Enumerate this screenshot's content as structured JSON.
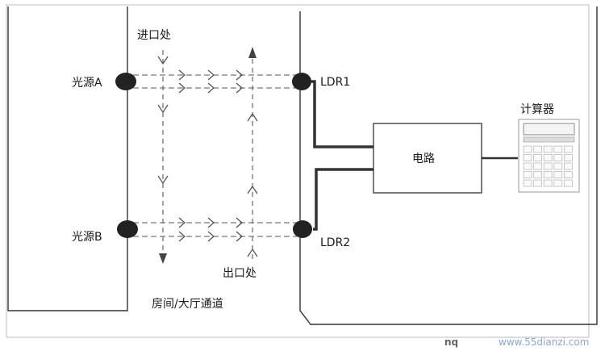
{
  "labels": {
    "entrance": "进口处",
    "exit": "出口处",
    "light_a": "光源A",
    "light_b": "光源B",
    "ldr1": "LDR1",
    "ldr2": "LDR2",
    "circuit": "电路",
    "calculator": "计算器",
    "corridor": "房间/大厅通道"
  },
  "watermark": {
    "logo": "nq",
    "url": "www.55dianzi.com"
  },
  "colors": {
    "line": "#333333",
    "beam": "#777777",
    "watermark": "#8aa6d6"
  }
}
